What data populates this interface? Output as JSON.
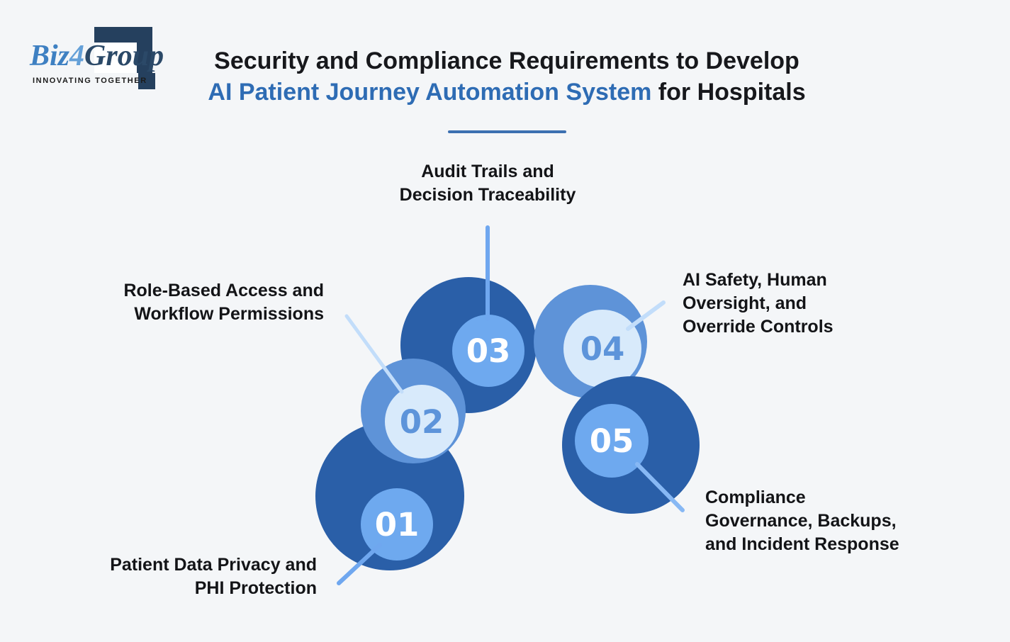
{
  "logo": {
    "part1": "Biz",
    "part2": "4",
    "part3": "Group",
    "tagline": "INNOVATING TOGETHER"
  },
  "header": {
    "title_line1": "Security and Compliance Requirements to Develop",
    "title_line2_highlight": "AI Patient Journey Automation System",
    "title_line2_rest": " for Hospitals"
  },
  "colors": {
    "page_background": "#f4f6f8",
    "dark_circle": "#2a5fa8",
    "medium_circle": "#5e93d8",
    "inner_medium_circle": "#6ea9ef",
    "inner_pale_circle": "#d8eafb",
    "number_on_pale": "#5d94da",
    "title_accent": "#2e6cb4",
    "underline": "#3c70b1",
    "logo_navy": "#25405e",
    "connector_medium": "#6fa7ef",
    "connector_soft": "#87b8f4",
    "connector_light": "#c2ddfa"
  },
  "items": [
    {
      "number": "01",
      "label_lines": [
        "Patient Data Privacy and",
        "PHI Protection"
      ]
    },
    {
      "number": "02",
      "label_lines": [
        "Role-Based Access and",
        "Workflow Permissions"
      ]
    },
    {
      "number": "03",
      "label_lines": [
        "Audit Trails and",
        "Decision Traceability"
      ]
    },
    {
      "number": "04",
      "label_lines": [
        "AI Safety, Human",
        "Oversight, and",
        "Override Controls"
      ]
    },
    {
      "number": "05",
      "label_lines": [
        "Compliance",
        "Governance, Backups,",
        "and Incident Response"
      ]
    }
  ]
}
